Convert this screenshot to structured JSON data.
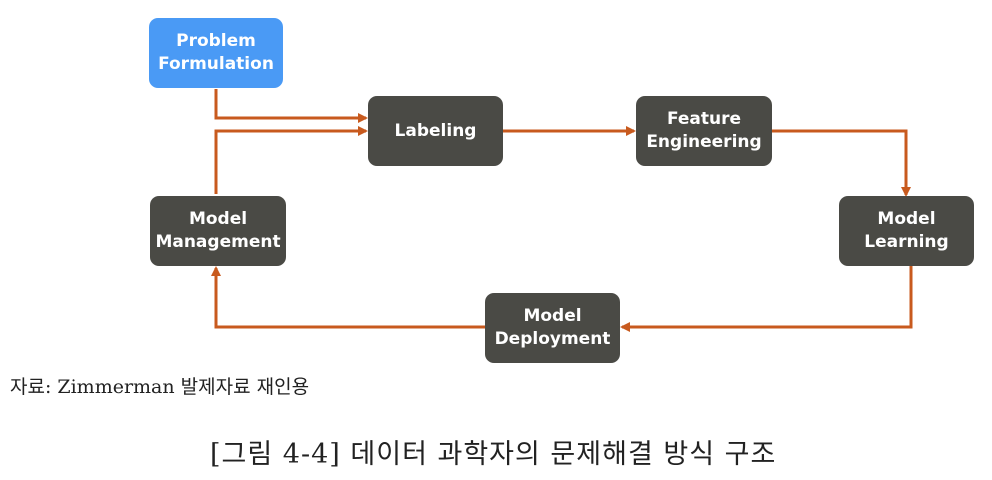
{
  "diagram": {
    "nodes": {
      "problem_formulation": [
        "Problem",
        "Formulation"
      ],
      "labeling": [
        "Labeling"
      ],
      "feature_engineering": [
        "Feature",
        "Engineering"
      ],
      "model_learning": [
        "Model",
        "Learning"
      ],
      "model_deployment": [
        "Model",
        "Deployment"
      ],
      "model_management": [
        "Model",
        "Management"
      ]
    },
    "colors": {
      "start_node": "#4a9af5",
      "process_node": "#4a4a45",
      "arrow": "#c85a1e"
    }
  },
  "source_note": "자료: Zimmerman 발제자료 재인용",
  "figure_caption": "[그림 4-4] 데이터 과학자의 문제해결 방식 구조"
}
